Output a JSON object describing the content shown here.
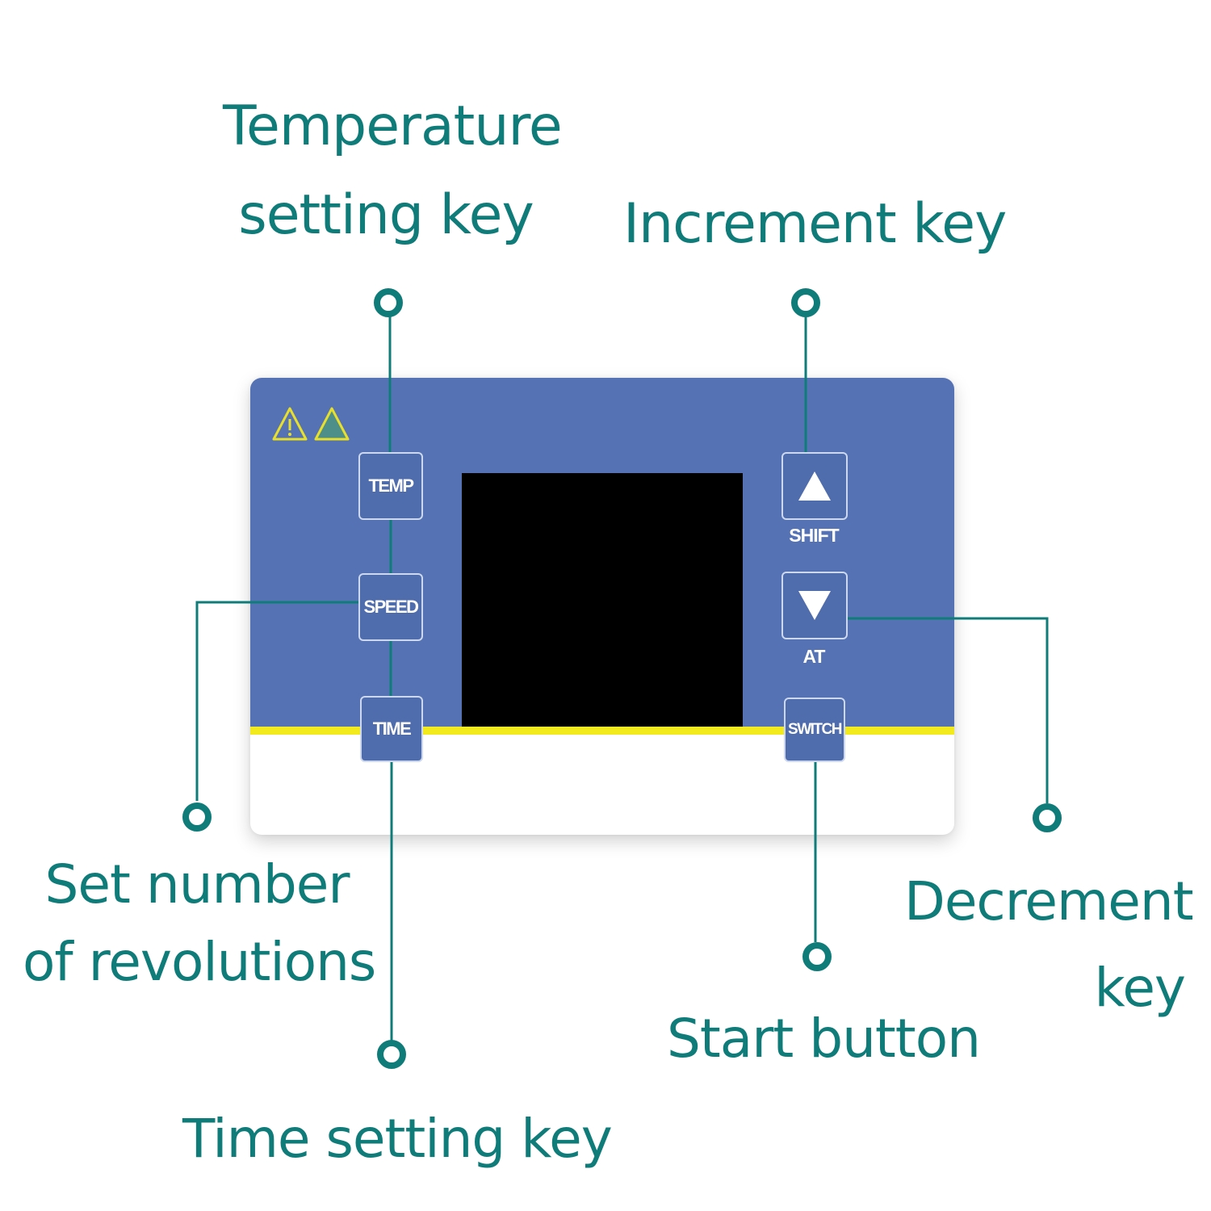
{
  "colors": {
    "callout_text": "#0f7c7a",
    "leader_line": "#0f7c7a",
    "panel_blue": "#5573b4",
    "key_blue": "#4f6cac",
    "stripe_yellow": "#f2ea1c",
    "screen": "#000000",
    "warning_triangle": "#e8df2a"
  },
  "callouts": {
    "temperature_key": [
      "Temperature",
      "setting key"
    ],
    "increment_key": "Increment key",
    "revolutions": [
      "Set number",
      "of revolutions"
    ],
    "time_key": "Time setting key",
    "start_button": "Start button",
    "decrement_key": [
      "Decrement",
      "key"
    ]
  },
  "panel": {
    "warning_icons": [
      "warning-triangle-icon",
      "warning-triangle-icon"
    ],
    "keys": {
      "temp": "TEMP",
      "speed": "SPEED",
      "time": "TIME",
      "increment_icon": "up-arrow-icon",
      "increment_caption": "SHIFT",
      "decrement_icon": "down-arrow-icon",
      "decrement_caption": "AT",
      "switch": "SWITCH"
    }
  }
}
